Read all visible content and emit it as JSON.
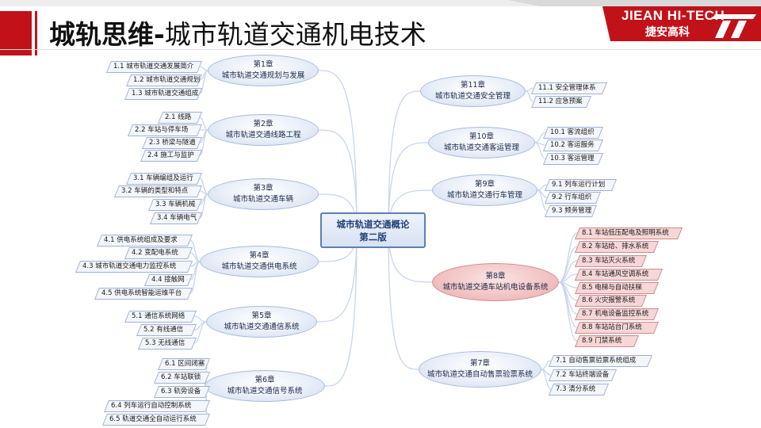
{
  "header": {
    "title_bold": "城轨思维-",
    "title_rest": "城市轨道交通机电技术",
    "logo_en": "JIEAN HI-TECH",
    "logo_cn": "捷安高科"
  },
  "center": {
    "line1": "城市轨道交通概论",
    "line2": "第二版"
  },
  "chapters": [
    {
      "num": "第1章",
      "title": "城市轨道交通规划与发展",
      "items": [
        "1.1 城市轨道交通发展简介",
        "1.2 城市轨道交通规划",
        "1.3 城市轨道交通组成"
      ]
    },
    {
      "num": "第2章",
      "title": "城市轨道交通线路工程",
      "items": [
        "2.1 线路",
        "2.2 车站与停车场",
        "2.3 桥梁与隧道",
        "2.4 施工与监护"
      ]
    },
    {
      "num": "第3章",
      "title": "城市轨道交通车辆",
      "items": [
        "3.1 车辆编组及运行",
        "3.2 车辆的类型和特点",
        "3.3 车辆机械",
        "3.4 车辆电气"
      ]
    },
    {
      "num": "第4章",
      "title": "城市轨道交通供电系统",
      "items": [
        "4.1 供电系统组成及要求",
        "4.2 变配电系统",
        "4.3 城市轨道交通电力监控系统",
        "4.4 接触网",
        "4.5 供电系统智能运维平台"
      ]
    },
    {
      "num": "第5章",
      "title": "城市轨道交通通信系统",
      "items": [
        "5.1 通信系统网络",
        "5.2 有线通信",
        "5.3 无线通信"
      ]
    },
    {
      "num": "第6章",
      "title": "城市轨道交通信号系统",
      "items": [
        "6.1 区间闭塞",
        "6.2 车站联锁",
        "6.3 轨旁设备",
        "6.4 列车运行自动控制系统",
        "6.5 轨道交通全自动运行系统"
      ]
    },
    {
      "num": "第7章",
      "title": "城市轨道交通自动售票验票系统",
      "items": [
        "7.1 自动售票验票系统组成",
        "7.2 车站终端设备",
        "7.3 清分系统"
      ]
    },
    {
      "num": "第8章",
      "title": "城市轨道交通车站机电设备系统",
      "items": [
        "8.1 车站低压配电及照明系统",
        "8.2 车站给、排水系统",
        "8.3 车站灭火系统",
        "8.4 车站通风空调系统",
        "8.5 电梯与自动扶梯",
        "8.6 火灾报警系统",
        "8.7 机电设备监控系统",
        "8.8 车站站台门系统",
        "8.9 门禁系统"
      ]
    },
    {
      "num": "第9章",
      "title": "城市轨道交通行车管理",
      "items": [
        "9.1 列车运行计划",
        "9.2 行车组织",
        "9.3 频务管理"
      ]
    },
    {
      "num": "第10章",
      "title": "城市轨道交通客运管理",
      "items": [
        "10.1 客流组织",
        "10.2 客运服务",
        "10.3 客运管理"
      ]
    },
    {
      "num": "第11章",
      "title": "城市轨道交通安全管理",
      "items": [
        "11.1 安全管理体系",
        "11.2 应急预案"
      ]
    }
  ],
  "colors": {
    "header_red": "#c1121a",
    "highlight": "#f1c2c2",
    "line": "#c8d6ea"
  }
}
